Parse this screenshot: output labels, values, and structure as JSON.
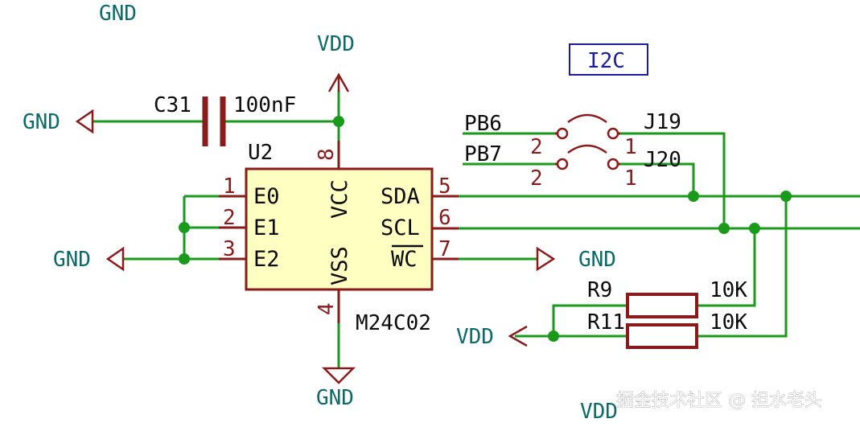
{
  "colors": {
    "wire": "#1a9a1a",
    "junction": "#1a9a1a",
    "component": "#8b1a1a",
    "net_label": "#0b6b6b",
    "chip_fill": "#ffffc2",
    "label_box": "#1c1ca0",
    "text": "#0b0b0b",
    "watermark": "#ffffff"
  },
  "nets": {
    "gnd_top": "GND",
    "vdd_top": "VDD",
    "gnd_cap": "GND",
    "gnd_e2": "GND",
    "gnd_wc": "GND",
    "gnd_bottom": "GND",
    "vdd_resistors": "VDD",
    "vdd_bottom": "VDD",
    "i2c_label": "I2C",
    "pb6": "PB6",
    "pb7": "PB7"
  },
  "capacitor": {
    "ref": "C31",
    "value": "100nF"
  },
  "chip": {
    "ref": "U2",
    "part": "M24C02",
    "pins": {
      "e0": {
        "num": "1",
        "name": "E0"
      },
      "e1": {
        "num": "2",
        "name": "E1"
      },
      "e2": {
        "num": "3",
        "name": "E2"
      },
      "vss": {
        "num": "4",
        "name": "VSS"
      },
      "sda": {
        "num": "5",
        "name": "SDA"
      },
      "scl": {
        "num": "6",
        "name": "SCL"
      },
      "wc": {
        "num": "7",
        "name": "WC"
      },
      "vcc": {
        "num": "8",
        "name": "VCC"
      }
    }
  },
  "jumpers": {
    "j19": {
      "ref": "J19",
      "pin_left": "2",
      "pin_right": "1"
    },
    "j20": {
      "ref": "J20",
      "pin_left": "2",
      "pin_right": "1"
    }
  },
  "resistors": {
    "r9": {
      "ref": "R9",
      "value": "10K"
    },
    "r11": {
      "ref": "R11",
      "value": "10K"
    }
  },
  "watermark": "掘金技术社区 @ 担水老头"
}
